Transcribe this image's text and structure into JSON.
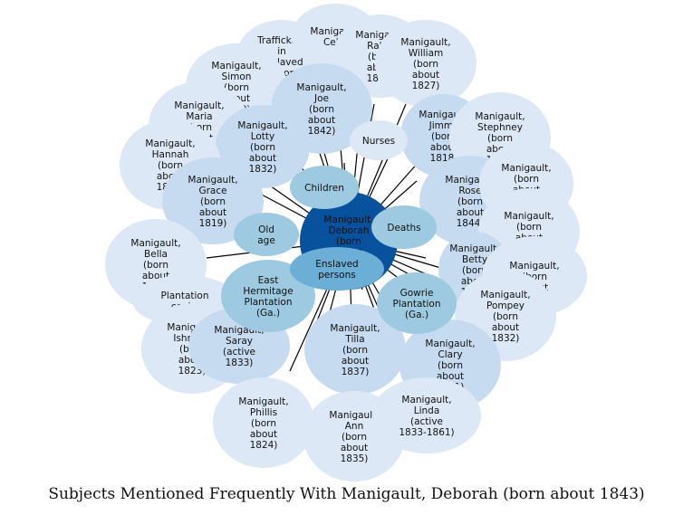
{
  "caption": "Subjects Mentioned Frequently With Manigault, Deborah (born about 1843)",
  "colors": {
    "edge": "#000000",
    "outer_ring": "#dce8f5",
    "mid_ring": "#c6dbef",
    "category": "#9ecae1",
    "category_dark": "#6baed6",
    "center": "#08519c"
  },
  "center": {
    "label": "Manigault,\nDeborah\n(born\nabout\n1843)"
  },
  "categories": [
    {
      "id": "children",
      "label": "Children"
    },
    {
      "id": "deaths",
      "label": "Deaths"
    },
    {
      "id": "enslaved",
      "label": "Enslaved\npersons"
    },
    {
      "id": "old_age",
      "label": "Old\nage"
    },
    {
      "id": "nurses",
      "label": "Nurses"
    },
    {
      "id": "east_hermitage",
      "label": "East\nHermitage\nPlantation\n(Ga.)"
    },
    {
      "id": "gowrie",
      "label": "Gowrie\nPlantation\n(Ga.)"
    }
  ],
  "people": [
    {
      "id": "trafficking",
      "label": "Trafficking\nin\nenslaved\npersons"
    },
    {
      "id": "celia",
      "label": "Manigault,\nCelia"
    },
    {
      "id": "ralph",
      "label": "Manigault,\nRalph\n(born\nabout\n1841)"
    },
    {
      "id": "william",
      "label": "Manigault,\nWilliam\n(born\nabout\n1827)"
    },
    {
      "id": "simon",
      "label": "Manigault,\nSimon\n(born\nabout\n1839)"
    },
    {
      "id": "joe",
      "label": "Manigault,\nJoe\n(born\nabout\n1842)"
    },
    {
      "id": "maria",
      "label": "Manigault,\nMaria\n(born\nabout\n1853)"
    },
    {
      "id": "lotty",
      "label": "Manigault,\nLotty\n(born\nabout\n1832)"
    },
    {
      "id": "jimmy",
      "label": "Manigault,\nJimmy\n(born\nabout\n1818)"
    },
    {
      "id": "stephney",
      "label": "Manigault,\nStephney\n(born\nabout\n1815)"
    },
    {
      "id": "hannah",
      "label": "Manigault,\nHannah\n(born\nabout\n1828)"
    },
    {
      "id": "grace",
      "label": "Manigault,\nGrace\n(born\nabout\n1819)"
    },
    {
      "id": "rose",
      "label": "Manigault,\nRose\n(born\nabout\n1844)"
    },
    {
      "id": "right_1837",
      "label": "Manigault,\n(born\nabout\n1837)"
    },
    {
      "id": "right_1804",
      "label": "Manigault,\n(born\nabout\n1804)"
    },
    {
      "id": "bella",
      "label": "Manigault,\nBella\n(born\nabout\n1830)"
    },
    {
      "id": "betty",
      "label": "Manigault,\nBetty\n(born\nabout\n1840)"
    },
    {
      "id": "right_born_about",
      "label": "Manigault,\n(born\nabout"
    },
    {
      "id": "plantation_cooks",
      "label": "Plantation\ncooks"
    },
    {
      "id": "pompey",
      "label": "Manigault,\nPompey\n(born\nabout\n1832)"
    },
    {
      "id": "ishmael",
      "label": "Manigault,\nIshmael\n(born\nabout\n1823)"
    },
    {
      "id": "saray",
      "label": "Manigault,\nSaray\n(active\n1833)"
    },
    {
      "id": "tilla",
      "label": "Manigault,\nTilla\n(born\nabout\n1837)"
    },
    {
      "id": "clary",
      "label": "Manigault,\nClary\n(born\nabout\n1821)"
    },
    {
      "id": "phillis",
      "label": "Manigault,\nPhillis\n(born\nabout\n1824)"
    },
    {
      "id": "ann",
      "label": "Manigault,\nAnn\n(born\nabout\n1835)"
    },
    {
      "id": "linda",
      "label": "Manigault,\nLinda\n(active\n1833-1861)"
    }
  ]
}
